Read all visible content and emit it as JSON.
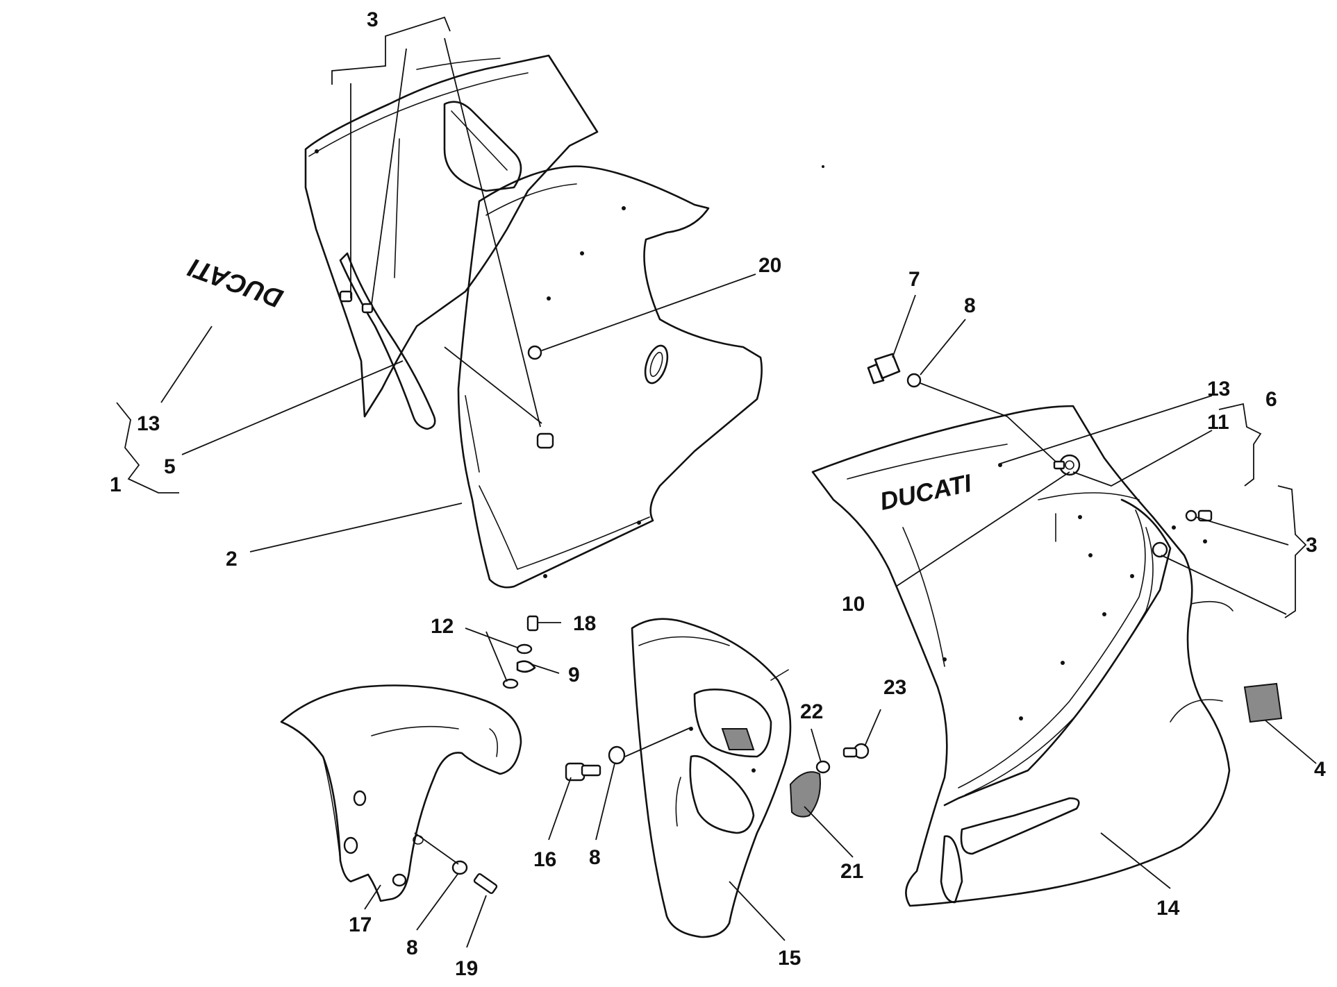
{
  "diagram": {
    "brand_top": "DUCATI",
    "brand_side": "DUCATI",
    "callouts": {
      "c1": "1",
      "c2": "2",
      "c3a": "3",
      "c3b": "3",
      "c4": "4",
      "c5": "5",
      "c6": "6",
      "c7": "7",
      "c8a": "8",
      "c8b": "8",
      "c8c": "8",
      "c9": "9",
      "c10": "10",
      "c11": "11",
      "c12": "12",
      "c13a": "13",
      "c13b": "13",
      "c14": "14",
      "c15": "15",
      "c16": "16",
      "c17": "17",
      "c18": "18",
      "c19": "19",
      "c20": "20",
      "c21": "21",
      "c22": "22",
      "c23": "23"
    }
  }
}
